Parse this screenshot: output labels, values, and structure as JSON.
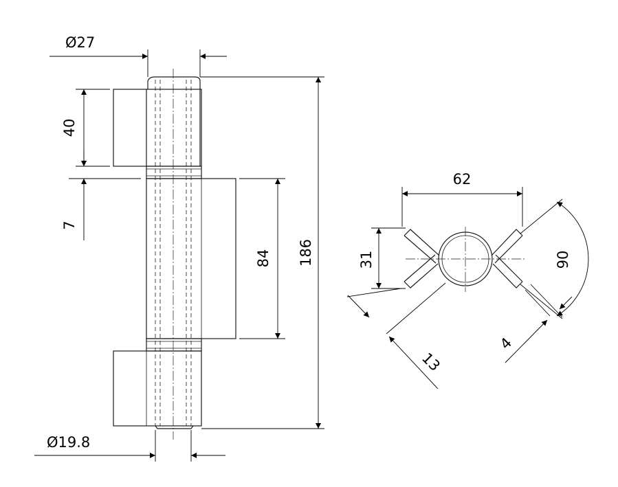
{
  "drawing": {
    "front_view": {
      "dimensions": {
        "pin_diameter": "Ø27",
        "top_leaf_height": "40",
        "gap": "7",
        "middle_leaf_height": "84",
        "overall_height": "186",
        "bottom_pin_diameter": "Ø19.8"
      }
    },
    "top_view": {
      "dimensions": {
        "span": "62",
        "depth": "31",
        "angle": "90",
        "arm_length": "13",
        "arm_width": "4"
      }
    }
  }
}
